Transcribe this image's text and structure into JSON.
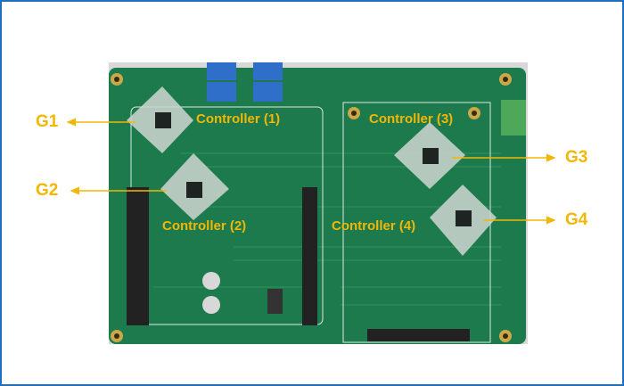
{
  "labels": {
    "g1": "G1",
    "g2": "G2",
    "g3": "G3",
    "g4": "G4",
    "controller1": "Controller (1)",
    "controller2": "Controller (2)",
    "controller3": "Controller (3)",
    "controller4": "Controller (4)"
  },
  "colors": {
    "label": "#f2b705",
    "board": "#1d7a4c",
    "frame": "#1f6fbf"
  }
}
